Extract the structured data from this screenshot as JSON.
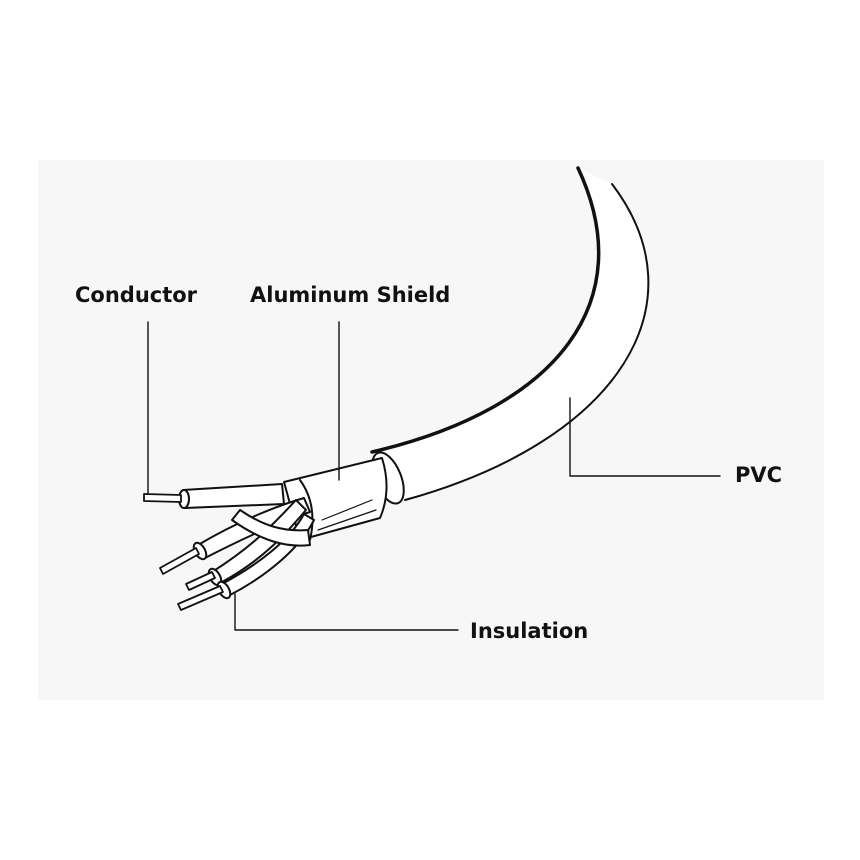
{
  "labels": {
    "conductor": "Conductor",
    "aluminum_shield": "Aluminum Shield",
    "pvc": "PVC",
    "insulation": "Insulation"
  },
  "colors": {
    "background": "#ffffff",
    "panel": "#f7f7f7",
    "stroke": "#111111",
    "text": "#111111",
    "fill": "#ffffff"
  }
}
